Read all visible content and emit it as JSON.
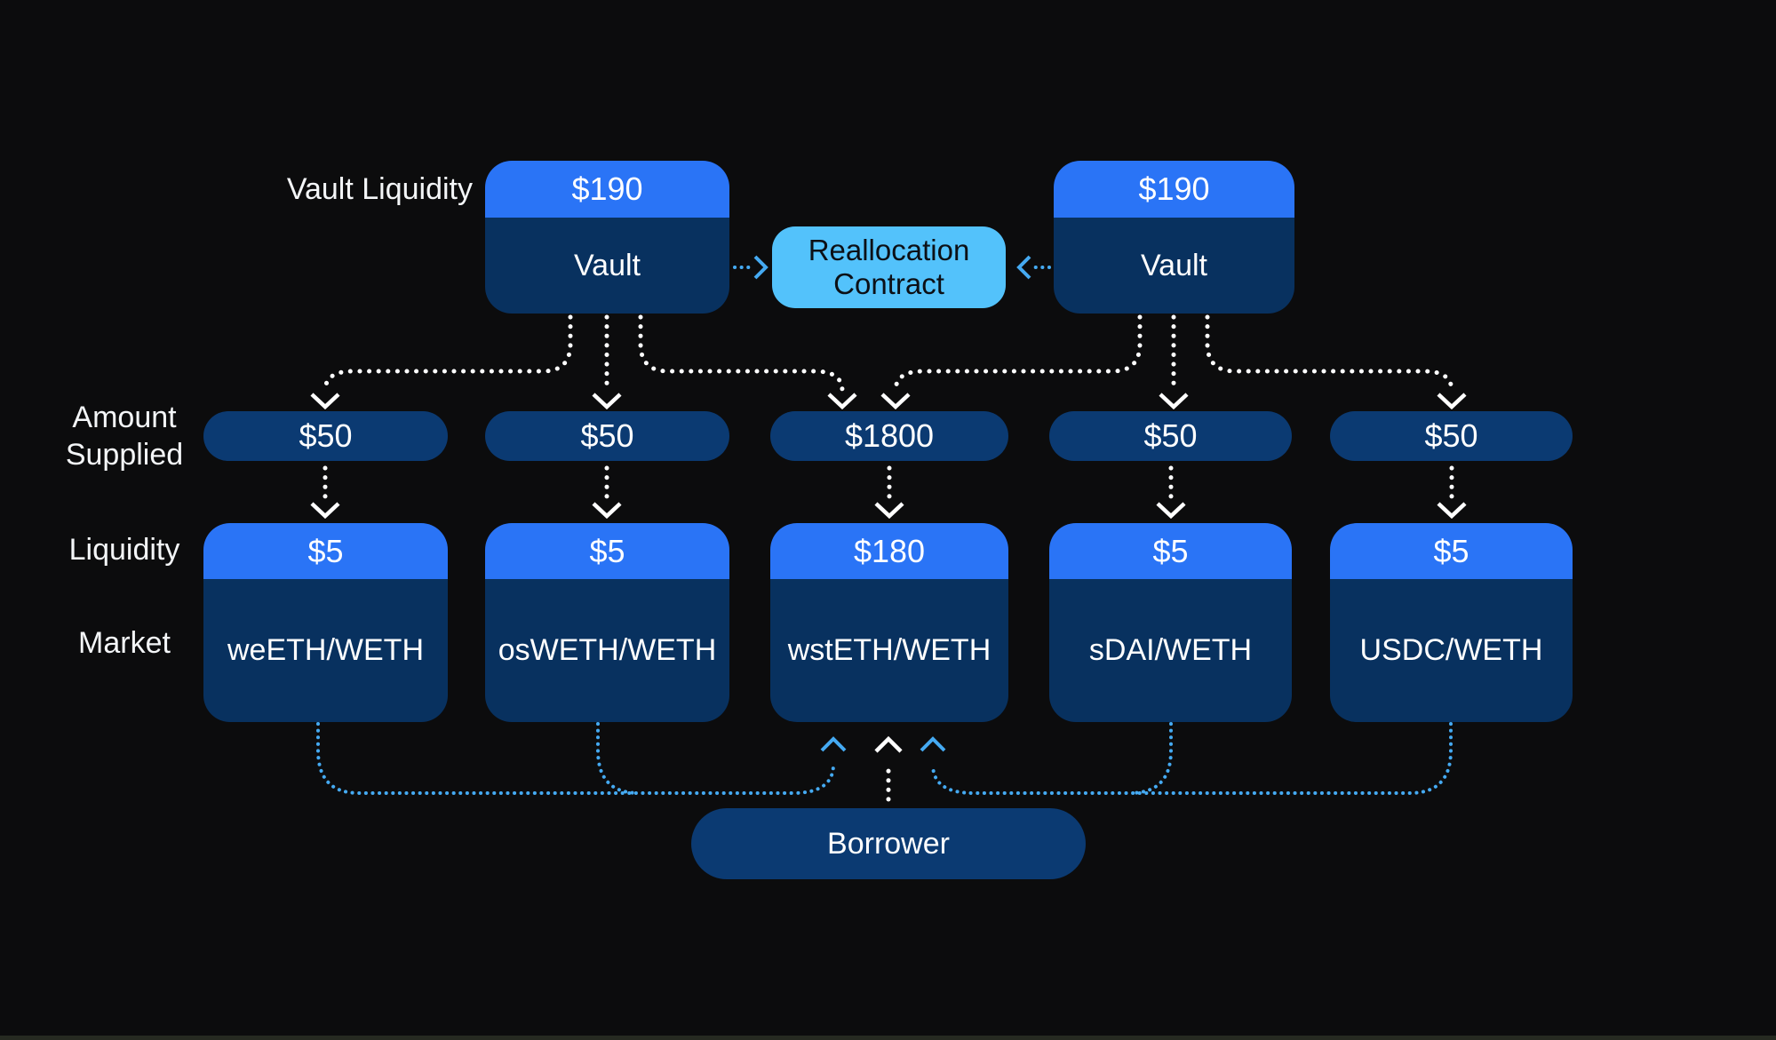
{
  "page": {
    "background": "#0c0c0d",
    "bottom_edge_color": "#262a21"
  },
  "colors": {
    "accent_blue": "#2a74f6",
    "navy_body": "#08315f",
    "navy_pill": "#0b3a72",
    "light_blue": "#53c2fb",
    "arrow_white": "#ffffff",
    "arrow_blue": "#45aaf2",
    "text_light": "#ffffff",
    "text_dark": "#0c1016"
  },
  "row_labels": {
    "vault_liquidity": "Vault Liquidity",
    "amount_supplied": {
      "line1": "Amount",
      "line2": "Supplied"
    },
    "liquidity": "Liquidity",
    "market": "Market"
  },
  "vaults": [
    {
      "liquidity": "$190",
      "label": "Vault"
    },
    {
      "liquidity": "$190",
      "label": "Vault"
    }
  ],
  "reallocation_contract": {
    "line1": "Reallocation",
    "line2": "Contract"
  },
  "markets": [
    {
      "amount_supplied": "$50",
      "liquidity": "$5",
      "name": "weETH/WETH"
    },
    {
      "amount_supplied": "$50",
      "liquidity": "$5",
      "name": "osWETH/WETH"
    },
    {
      "amount_supplied": "$1800",
      "liquidity": "$180",
      "name": "wstETH/WETH"
    },
    {
      "amount_supplied": "$50",
      "liquidity": "$5",
      "name": "sDAI/WETH"
    },
    {
      "amount_supplied": "$50",
      "liquidity": "$5",
      "name": "USDC/WETH"
    }
  ],
  "borrower": {
    "label": "Borrower"
  }
}
